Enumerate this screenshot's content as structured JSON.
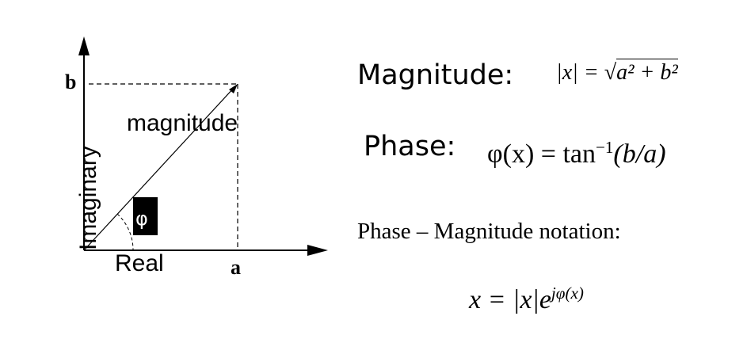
{
  "diagram": {
    "y_axis_label": "Imaginary",
    "x_axis_label": "Real",
    "vector_label": "magnitude",
    "point_b_label": "b",
    "point_a_label": "a",
    "angle_label": "φ"
  },
  "formulas": {
    "magnitude_label": "Magnitude:",
    "magnitude_lhs": "|x| = ",
    "magnitude_radicand": "a² + b²",
    "phase_label": "Phase:",
    "phase_lhs": "φ(x) = tan",
    "phase_exponent": "−1",
    "phase_rhs": "(b/a)",
    "notation_heading": "Phase – Magnitude notation:",
    "notation_lhs": "x = |x|e",
    "notation_exponent": "jφ(x)"
  }
}
